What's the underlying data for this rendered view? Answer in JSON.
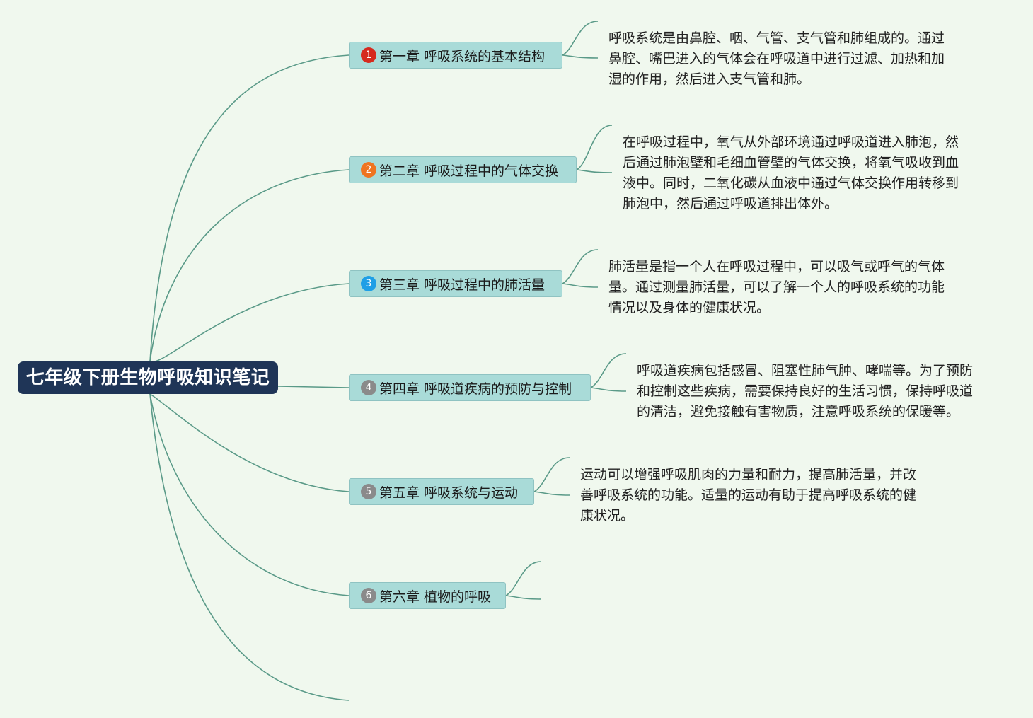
{
  "root": {
    "title": "七年级下册生物呼吸知识笔记"
  },
  "colors": {
    "background": "#f0f8ee",
    "root_fill": "#1f3557",
    "topic_fill": "#a9dbd8",
    "line": "#5a9a88"
  },
  "chapters": [
    {
      "number": "1",
      "marker_color": "#d62a1e",
      "title": "第一章 呼吸系统的基本结构",
      "note_lines": [
        "呼吸系统是由鼻腔、咽、气管、支气管和肺组成的。通过",
        "鼻腔、嘴巴进入的气体会在呼吸道中进行过滤、加热和加",
        "湿的作用，然后进入支气管和肺。"
      ]
    },
    {
      "number": "2",
      "marker_color": "#ef7420",
      "title": "第二章 呼吸过程中的气体交换",
      "note_lines": [
        "在呼吸过程中，氧气从外部环境通过呼吸道进入肺泡，然",
        "后通过肺泡壁和毛细血管壁的气体交换，将氧气吸收到血",
        "液中。同时，二氧化碳从血液中通过气体交换作用转移到",
        "肺泡中，然后通过呼吸道排出体外。"
      ]
    },
    {
      "number": "3",
      "marker_color": "#1f9fe6",
      "title": "第三章 呼吸过程中的肺活量",
      "note_lines": [
        "肺活量是指一个人在呼吸过程中，可以吸气或呼气的气体",
        "量。通过测量肺活量，可以了解一个人的呼吸系统的功能",
        "情况以及身体的健康状况。"
      ]
    },
    {
      "number": "4",
      "marker_color": "#8a8a8a",
      "title": "第四章 呼吸道疾病的预防与控制",
      "note_lines": [
        "呼吸道疾病包括感冒、阻塞性肺气肿、哮喘等。为了预防",
        "和控制这些疾病，需要保持良好的生活习惯，保持呼吸道",
        "的清洁，避免接触有害物质，注意呼吸系统的保暖等。"
      ]
    },
    {
      "number": "5",
      "marker_color": "#8a8a8a",
      "title": "第五章 呼吸系统与运动",
      "note_lines": [
        "运动可以增强呼吸肌肉的力量和耐力，提高肺活量，并改",
        "善呼吸系统的功能。适量的运动有助于提高呼吸系统的健",
        "康状况。"
      ]
    },
    {
      "number": "6",
      "marker_color": "#8a8a8a",
      "title": "第六章 植物的呼吸",
      "note_lines": []
    }
  ]
}
